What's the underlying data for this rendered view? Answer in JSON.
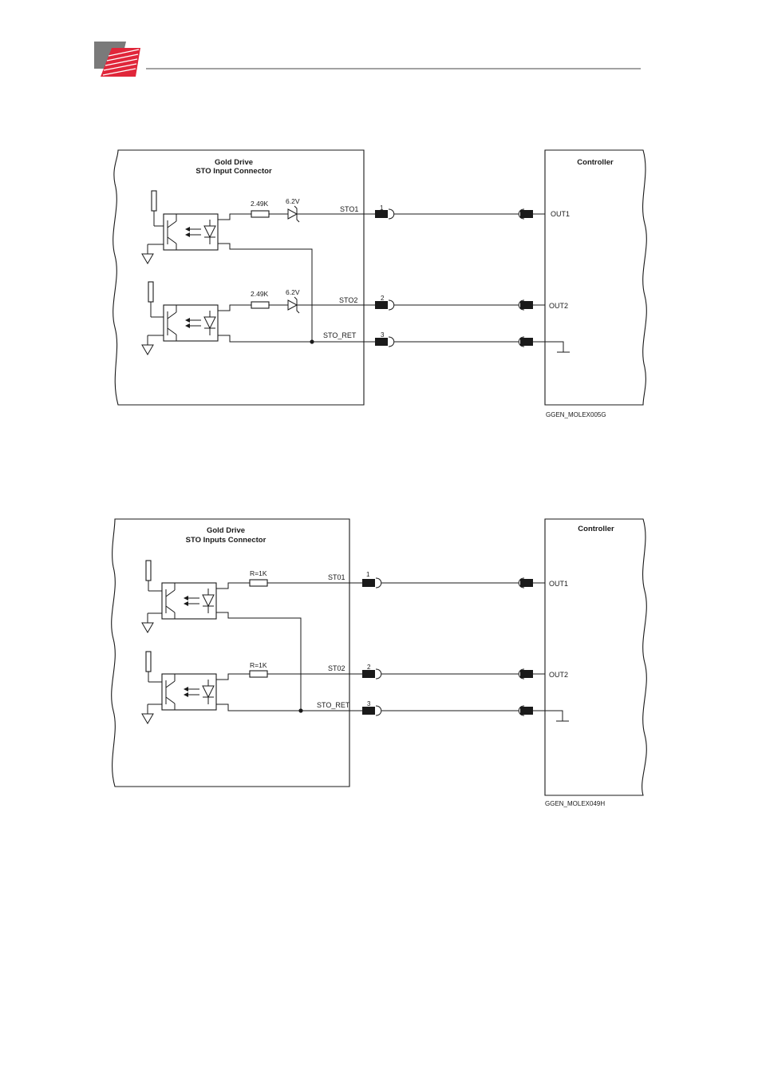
{
  "colors": {
    "accent": "#e0263a",
    "logo_gray": "#7a7a7a",
    "ink": "#1a1a1a"
  },
  "diagrams": [
    {
      "drive_title": "Gold Drive",
      "drive_subtitle": "STO Input Connector",
      "controller_title": "Controller",
      "resistor1": "2.49K",
      "zener1": "6.2V",
      "resistor2": "2.49K",
      "zener2": "6.2V",
      "sig1": "STO1",
      "sig2": "STO2",
      "sig3": "STO_RET",
      "pin1": "1",
      "pin2": "2",
      "pin3": "3",
      "out1": "OUT1",
      "out2": "OUT2",
      "figure_id": "GGEN_MOLEX005G"
    },
    {
      "drive_title": "Gold Drive",
      "drive_subtitle": "STO Inputs Connector",
      "controller_title": "Controller",
      "resistor1": "R=1K",
      "resistor2": "R=1K",
      "sig1": "ST01",
      "sig2": "ST02",
      "sig3": "STO_RET",
      "pin1": "1",
      "pin2": "2",
      "pin3": "3",
      "out1": "OUT1",
      "out2": "OUT2",
      "figure_id": "GGEN_MOLEX049H"
    }
  ]
}
